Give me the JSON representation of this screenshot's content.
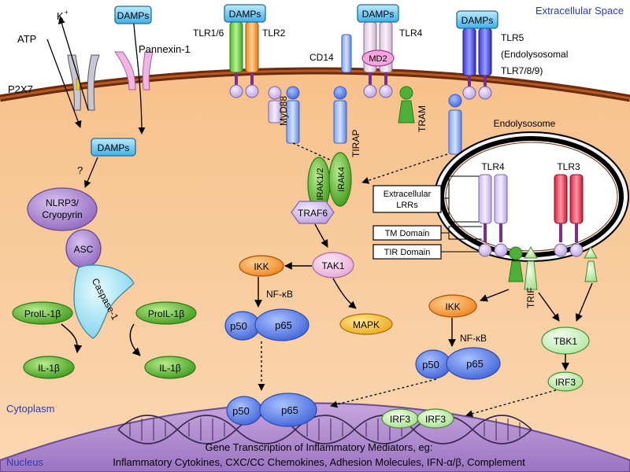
{
  "regions": {
    "extracellular": "Extracellular Space",
    "cytoplasm": "Cytoplasm",
    "nucleus": "Nucleus",
    "endolysosome": "Endolysosome"
  },
  "left_pathway": {
    "atp": "ATP",
    "k_ion": "K",
    "k_charge": "+",
    "p2x7": "P2X7",
    "damps_top": "DAMPs",
    "pannexin": "Pannexin-1",
    "damps_inner": "DAMPs",
    "question": "?",
    "nlrp3_line1": "NLRP3/",
    "nlrp3_line2": "Cryopyrin",
    "asc": "ASC",
    "caspase": "Caspase-1",
    "pro_il1b_left": "ProIL-1β",
    "pro_il1b_right": "ProIL-1β",
    "il1b_left": "IL-1β",
    "il1b_right": "IL-1β"
  },
  "receptors": {
    "damps_tlr2": "DAMPs",
    "tlr16": "TLR1/6",
    "tlr2": "TLR2",
    "damps_tlr4": "DAMPs",
    "cd14": "CD14",
    "md2": "MD2",
    "tlr4": "TLR4",
    "tram": "TRAM",
    "damps_tlr5": "DAMPs",
    "tlr5_line1": "TLR5",
    "tlr5_line2": "(Endolysosomal",
    "tlr5_line3": "TLR7/8/9)"
  },
  "myd88_pathway": {
    "myd88": "MyD88",
    "tirap": "TIRAP",
    "irak12": "IRAK1/2",
    "irak4": "IRAK4",
    "traf6": "TRAF6",
    "tak1": "TAK1",
    "ikk": "IKK",
    "nfkb": "NF-κB",
    "p50": "p50",
    "p65": "p65",
    "mapk": "MAPK"
  },
  "endosome": {
    "tlr4": "TLR4",
    "tlr3": "TLR3",
    "extracellular_lrrs_line1": "Extracellular",
    "extracellular_lrrs_line2": "LRRs",
    "tm_domain": "TM Domain",
    "tir_domain": "TIR Domain",
    "trif": "TRIF",
    "ikk": "IKK",
    "nfkb": "NF-κB",
    "p50": "p50",
    "p65": "p65",
    "tbk1": "TBK1",
    "irf3": "IRF3"
  },
  "nucleus_content": {
    "p50": "p50",
    "p65": "p65",
    "irf3_a": "IRF3",
    "irf3_b": "IRF3",
    "caption_line1": "Gene Transcription of Inflammatory Mediators, eg:",
    "caption_line2": "Inflammatory Cytokines, CXC/CC Chemokines, Adhesion Molecules, IFN-α/β, Complement"
  },
  "colors": {
    "extracellular_bg": "#ffffff",
    "cytoplasm_bg": "#f7c695",
    "membrane": "#7a3410",
    "nucleus_bg": "#b58fd0",
    "damps_fill": "#7fd0f2",
    "region_label": "#2a3cb0",
    "green_protein": "#66c044",
    "light_green": "#c9f0b6",
    "blue_protein": "#5d7fe6",
    "orange_protein": "#f39a2b",
    "pink_protein": "#f0bde3",
    "mapk_fill": "#f4bf2a",
    "asc_fill": "#b38fcf",
    "caspase_fill": "#a9e6f7"
  }
}
